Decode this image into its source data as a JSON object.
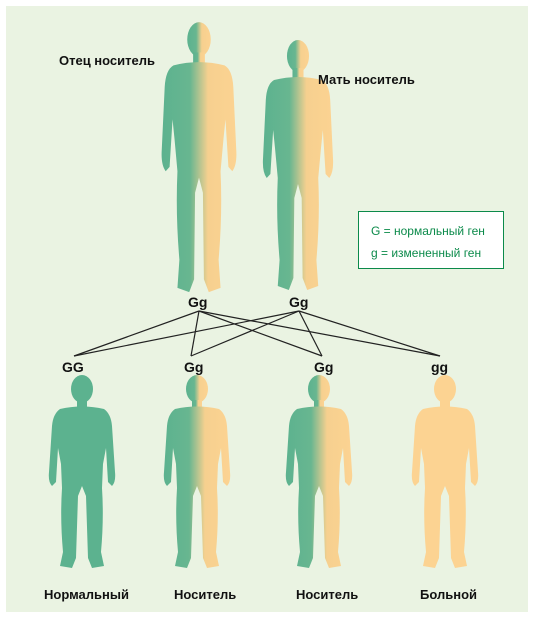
{
  "colors": {
    "background": "#eaf3e2",
    "normal_gene": "#5cb28f",
    "changed_gene": "#fcd392",
    "legend_text": "#0b8a4a",
    "line": "#222222"
  },
  "parents": {
    "father": {
      "label": "Отец носитель",
      "genotype": "Gg",
      "coloring": "half"
    },
    "mother": {
      "label": "Мать носитель",
      "genotype": "Gg",
      "coloring": "half"
    }
  },
  "legend": {
    "normal": "G = нормальный ген",
    "changed": "g = измененный ген"
  },
  "children": [
    {
      "genotype": "GG",
      "label": "Нормальный",
      "coloring": "normal"
    },
    {
      "genotype": "Gg",
      "label": "Носитель",
      "coloring": "half"
    },
    {
      "genotype": "Gg",
      "label": "Носитель",
      "coloring": "half"
    },
    {
      "genotype": "gg",
      "label": "Больной",
      "coloring": "changed"
    }
  ]
}
